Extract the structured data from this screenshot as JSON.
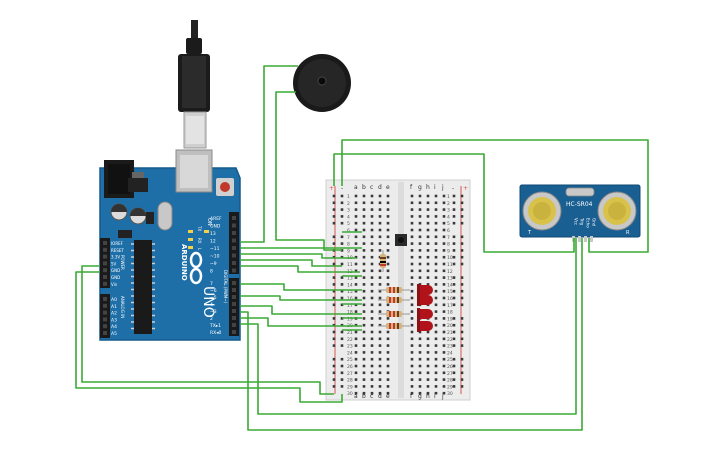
{
  "arduino": {
    "brand": "ARDUINO",
    "model": "UNO",
    "on_label": "ON",
    "tx_label": "TX",
    "rx_label": "RX",
    "l_label": "L",
    "power_header": "POWER",
    "analog_header": "ANALOG IN",
    "digital_header": "DIGITAL (PWM~)",
    "top_pins": [
      "AREF",
      "GND",
      "13",
      "12",
      "~11",
      "~10",
      "~9",
      "8"
    ],
    "bottom_pins": [
      "7",
      "~6",
      "~5",
      "4",
      "~3",
      "2",
      "TX▸1",
      "RX◂0"
    ],
    "power_pins": [
      "IOREF",
      "RESET",
      "3.3V",
      "5V",
      "GND",
      "GND",
      "Vin"
    ],
    "analog_pins": [
      "A0",
      "A1",
      "A2",
      "A3",
      "A4",
      "A5"
    ]
  },
  "breadboard": {
    "col_letters_left": [
      "a",
      "b",
      "c",
      "d",
      "e"
    ],
    "col_letters_right": [
      "f",
      "g",
      "h",
      "i",
      "j"
    ],
    "row_numbers": [
      "1",
      "2",
      "3",
      "4",
      "5",
      "6",
      "7",
      "8",
      "9",
      "10",
      "11",
      "12",
      "13",
      "14",
      "15",
      "16",
      "17",
      "18",
      "19",
      "20",
      "21",
      "22",
      "23",
      "24",
      "25",
      "26",
      "27",
      "28",
      "29",
      "30"
    ],
    "rail_plus": "+",
    "rail_minus": "-"
  },
  "sensor": {
    "model": "HC-SR04",
    "pins": [
      "Vcc",
      "Trig",
      "Echo",
      "Gnd"
    ],
    "label_t": "T",
    "label_r": "R"
  },
  "colors": {
    "wire": "#3aaa35",
    "board": "#1e6fa8",
    "breadboard": "#efefef",
    "led": "#b0141a",
    "sensor_board": "#1a5f92",
    "buzzer": "#1a1a1a",
    "rail_red": "#d9534f"
  }
}
